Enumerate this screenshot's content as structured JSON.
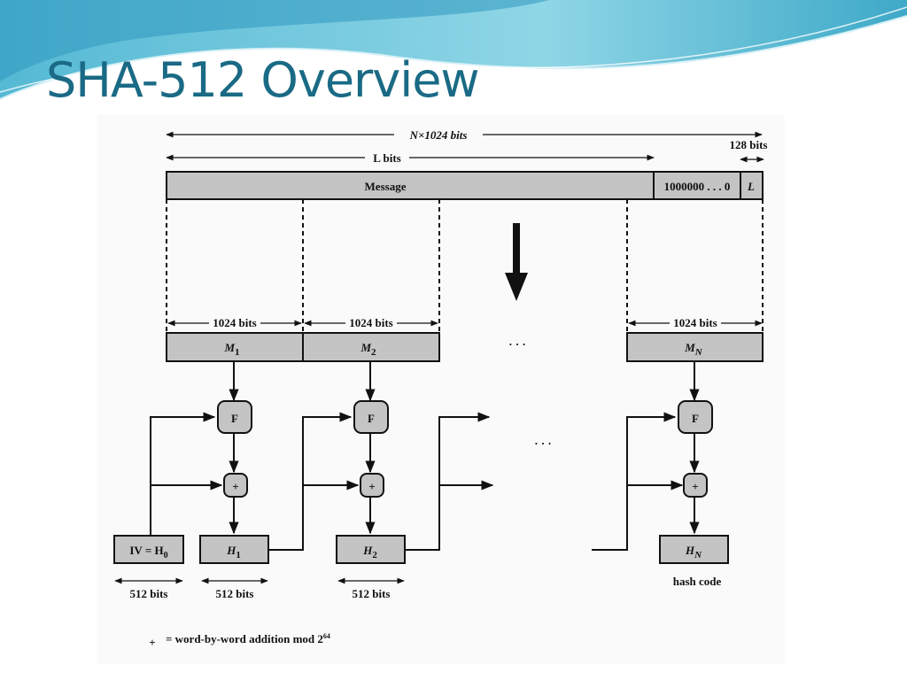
{
  "slide": {
    "title": "SHA-512 Overview"
  },
  "diagram": {
    "total_length_label": "N×1024 bits",
    "message_length_label": "L bits",
    "length_field_size_label": "128 bits",
    "message_label": "Message",
    "padding_label": "1000000 . . . 0",
    "length_field_label": "L",
    "block_size_label": "1024  bits",
    "blocks": [
      {
        "base": "M",
        "sub": "1"
      },
      {
        "base": "M",
        "sub": "2"
      },
      {
        "base": "M",
        "sub": "N"
      }
    ],
    "ellipsis": "· · ·",
    "function_label": "F",
    "adder_symbol": "+",
    "iv_label": {
      "base": "IV = H",
      "sub": "0"
    },
    "hashes": [
      {
        "base": "H",
        "sub": "1"
      },
      {
        "base": "H",
        "sub": "2"
      },
      {
        "base": "H",
        "sub": "N"
      }
    ],
    "state_size_label": "512  bits",
    "hash_code_label": "hash code",
    "legend": {
      "symbol": "+",
      "text": "= word-by-word addition mod 2",
      "exponent": "64"
    }
  }
}
